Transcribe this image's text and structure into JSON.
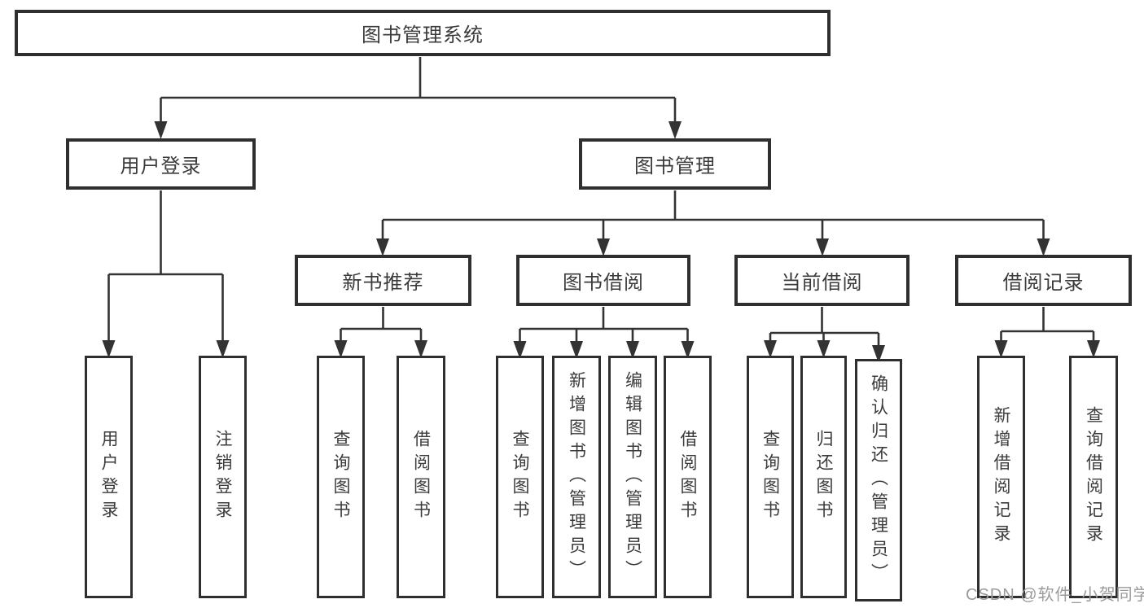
{
  "tree": {
    "label": "图书管理系统",
    "children": [
      {
        "label": "用户登录",
        "children": [
          {
            "label": "用户登录"
          },
          {
            "label": "注销登录"
          }
        ]
      },
      {
        "label": "图书管理",
        "children": [
          {
            "label": "新书推荐",
            "children": [
              {
                "label": "查询图书"
              },
              {
                "label": "借阅图书"
              }
            ]
          },
          {
            "label": "图书借阅",
            "children": [
              {
                "label": "查询图书"
              },
              {
                "label": "新增图书（管理员）"
              },
              {
                "label": "编辑图书（管理员）"
              },
              {
                "label": "借阅图书"
              }
            ]
          },
          {
            "label": "当前借阅",
            "children": [
              {
                "label": "查询图书"
              },
              {
                "label": "归还图书"
              },
              {
                "label": "确认归还（管理员）"
              }
            ]
          },
          {
            "label": "借阅记录",
            "children": [
              {
                "label": "新增借阅记录"
              },
              {
                "label": "查询借阅记录"
              }
            ]
          }
        ]
      }
    ]
  },
  "watermark": "CSDN @软件_小贺同学",
  "colors": {
    "line": "#333333",
    "box_border": "#2f2f2f",
    "text": "#3b3b3b",
    "watermark_text": "#9b9b9b",
    "background": "#ffffff"
  }
}
